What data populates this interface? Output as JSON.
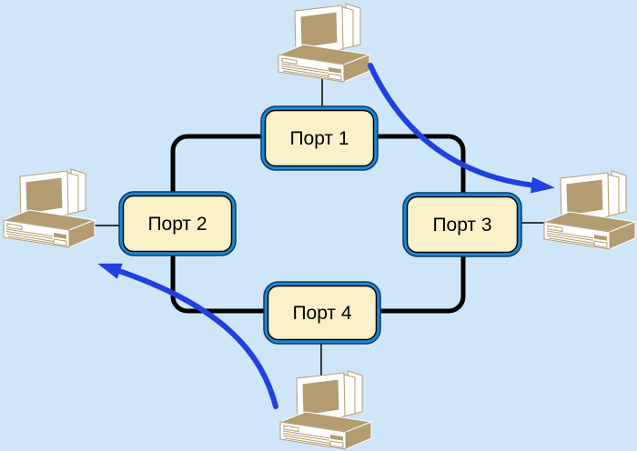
{
  "diagram": {
    "type": "network-ring-topology",
    "language": "ru",
    "nodes": [
      {
        "id": "port-1",
        "label": "Порт 1",
        "position": "top"
      },
      {
        "id": "port-2",
        "label": "Порт 2",
        "position": "left"
      },
      {
        "id": "port-3",
        "label": "Порт 3",
        "position": "right"
      },
      {
        "id": "port-4",
        "label": "Порт 4",
        "position": "bottom"
      }
    ],
    "computers": [
      {
        "id": "computer-top",
        "attached_to": "Порт 1",
        "icon": "desktop-computer-icon"
      },
      {
        "id": "computer-left",
        "attached_to": "Порт 2",
        "icon": "desktop-computer-icon"
      },
      {
        "id": "computer-right",
        "attached_to": "Порт 3",
        "icon": "desktop-computer-icon"
      },
      {
        "id": "computer-bottom",
        "attached_to": "Порт 4",
        "icon": "desktop-computer-icon"
      }
    ],
    "ring": {
      "shape": "rounded-rectangle-bus",
      "connects": [
        "Порт 1",
        "Порт 2",
        "Порт 3",
        "Порт 4"
      ]
    },
    "flows": [
      {
        "id": "flow-1",
        "from": "computer-top",
        "to": "computer-right",
        "style": "curved-blue-arrow"
      },
      {
        "id": "flow-2",
        "from": "computer-bottom",
        "to": "computer-left",
        "style": "curved-blue-arrow"
      }
    ]
  },
  "colors": {
    "background": "#cfe5f8",
    "node_fill": "#fbf1c9",
    "node_border_blue": "#1e88d2",
    "node_outline_dark": "#0c3b66",
    "ring_line": "#000000",
    "arrow_blue": "#2040df",
    "computer_tan": "#b39c72"
  }
}
